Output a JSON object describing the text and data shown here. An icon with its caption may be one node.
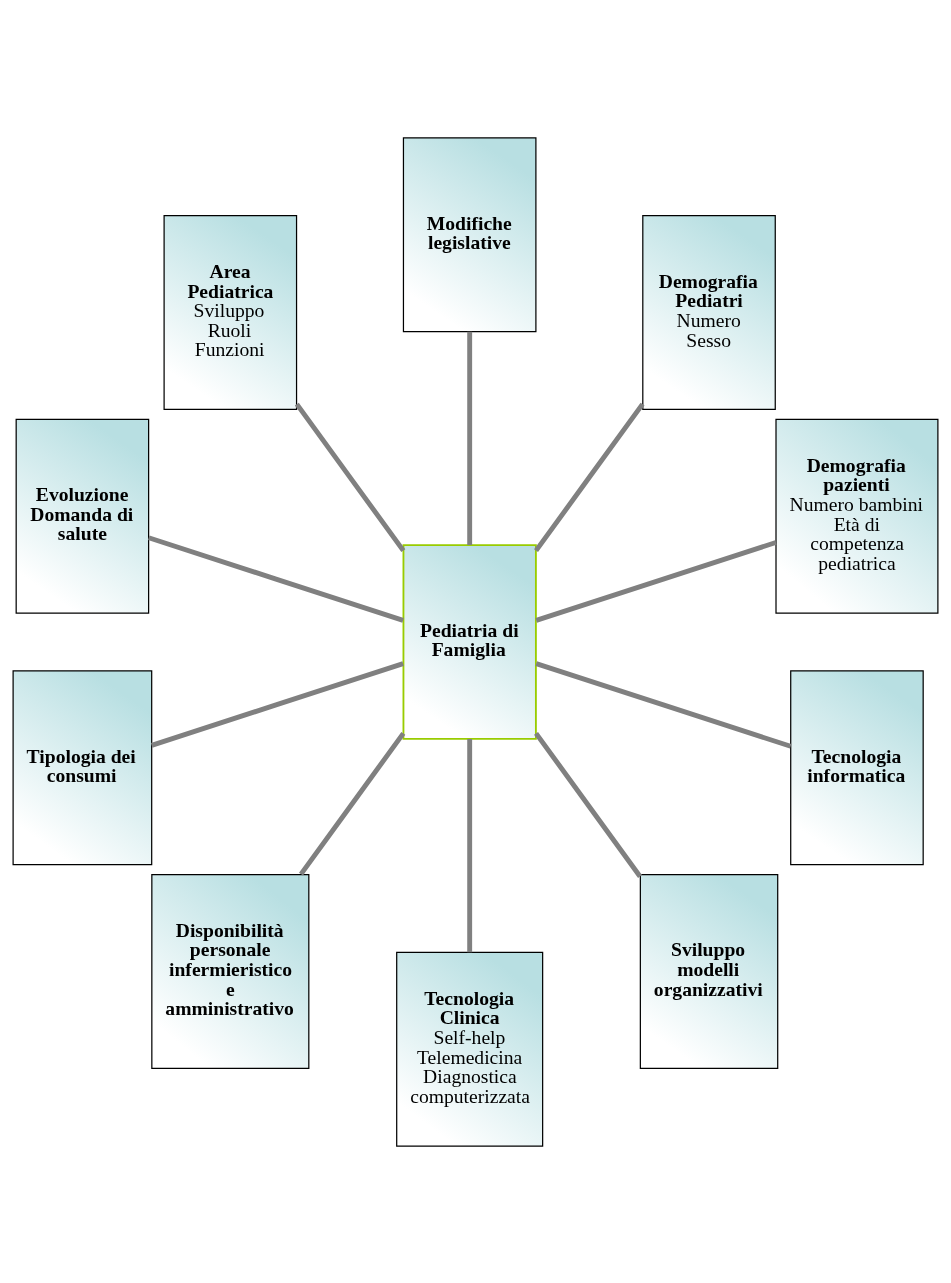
{
  "diagram": {
    "nodes": [
      {
        "text": [
          "Demografia pazienti",
          "Numero bambini",
          "Età di competenza pediatrica"
        ]
      },
      {
        "text": [
          "Demografia Pediatri",
          "Numero",
          "Sesso"
        ]
      },
      {
        "text": [
          "Modifiche legislative"
        ]
      },
      {
        "text": [
          "Area Pediatrica",
          "Sviluppo",
          "Ruoli",
          "Funzioni"
        ]
      },
      {
        "text": [
          "Evoluzione Domanda di salute"
        ]
      },
      {
        "text": [
          "Pediatria di Famiglia"
        ]
      },
      {
        "text": [
          "Tipologia dei consumi"
        ]
      },
      {
        "text": [
          "Disponibilità personale infermieristico e amministrativo"
        ]
      },
      {
        "text": [
          "Tecnologia Clinica",
          "Self-help",
          "Telemedicina",
          "Diagnostica computerizzata"
        ]
      },
      {
        "text": [
          "Sviluppo modelli organizzativi"
        ]
      },
      {
        "text": [
          "Tecnologia informatica"
        ]
      }
    ],
    "edges": [
      {
        "from": 5,
        "to": 0,
        "arrow": "none"
      },
      {
        "from": 5,
        "to": 2,
        "arrow": "none"
      },
      {
        "from": 5,
        "to": 4,
        "arrow": "none"
      },
      {
        "from": 5,
        "to": 7,
        "arrow": "none"
      },
      {
        "from": 5,
        "to": 9,
        "arrow": "none"
      },
      {
        "from": 5,
        "to": 10,
        "arrow": "none"
      },
      {
        "from": 5,
        "to": 8,
        "arrow": "none"
      },
      {
        "from": 5,
        "to": 6,
        "arrow": "none"
      },
      {
        "from": 5,
        "to": 3,
        "arrow": "none"
      },
      {
        "from": 5,
        "to": 1,
        "arrow": "none"
      }
    ]
  }
}
